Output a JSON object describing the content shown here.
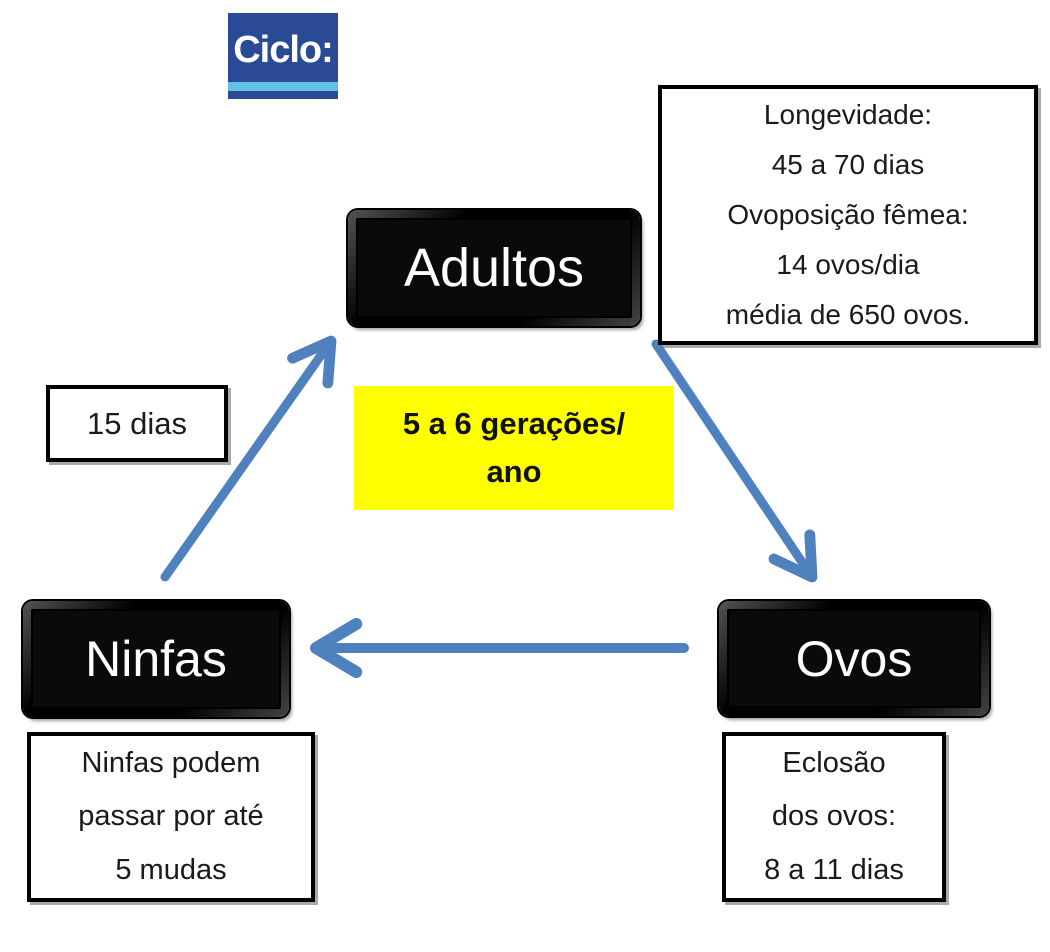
{
  "diagram": {
    "title": "Ciclo:",
    "nodes": {
      "adultos": "Adultos",
      "ninfas": "Ninfas",
      "ovos": "Ovos"
    },
    "callouts": {
      "longevidade": {
        "lines": [
          "Longevidade:",
          "45 a 70 dias",
          "Ovoposição fêmea:",
          "14 ovos/dia",
          "média de 650 ovos."
        ]
      },
      "nymph_duration": "15 dias",
      "generations": {
        "lines": [
          "5 a 6 gerações/",
          "ano"
        ]
      },
      "ninfas_info": {
        "lines": [
          "Ninfas podem",
          "passar por até",
          "5 mudas"
        ]
      },
      "ovos_info": {
        "lines": [
          "Eclosão",
          "dos ovos:",
          "8 a 11 dias"
        ]
      }
    },
    "arrows": [
      {
        "name": "ninfas-to-adultos",
        "from": "Ninfas",
        "to": "Adultos"
      },
      {
        "name": "adultos-to-ovos",
        "from": "Adultos",
        "to": "Ovos"
      },
      {
        "name": "ovos-to-ninfas",
        "from": "Ovos",
        "to": "Ninfas"
      }
    ],
    "colors": {
      "title_bg": "#2B4A96",
      "title_stripe": "#63C1E8",
      "node_bg": "#0A0A0A",
      "node_text": "#FFFFFF",
      "highlight_bg": "#FFFF00",
      "arrow": "#4E81BD",
      "callout_border": "#000000",
      "text": "#1A1A1A"
    }
  }
}
